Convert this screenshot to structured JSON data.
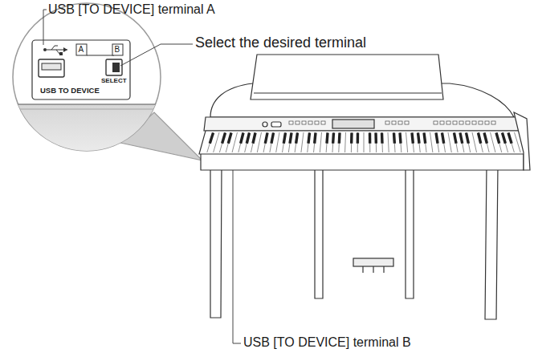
{
  "diagram": {
    "labels": [
      "USB [TO DEVICE] terminal A",
      "Select the desired terminal",
      "A",
      "B",
      "SELECT",
      "USB TO DEVICE",
      "USB [TO DEVICE] terminal B"
    ]
  }
}
